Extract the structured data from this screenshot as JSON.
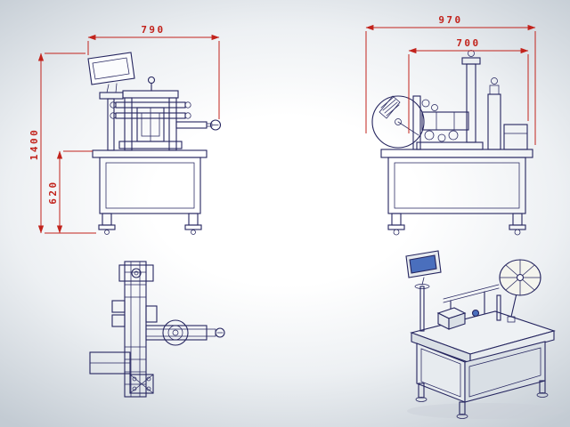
{
  "dims": {
    "front_width": "790",
    "front_total_height": "1400",
    "front_table_height": "620",
    "side_total_width": "970",
    "side_body_width": "700"
  },
  "colors": {
    "line": "#25255f",
    "dimension": "#c2231c",
    "bg_center": "#ffffff",
    "bg_edge": "#c3cbd3",
    "iso_top": "#eef1f4",
    "iso_side": "#d9dfe5",
    "iso_front": "#e7ebef",
    "screen": "#4a6fbd",
    "disc": "#f4f4ee"
  }
}
